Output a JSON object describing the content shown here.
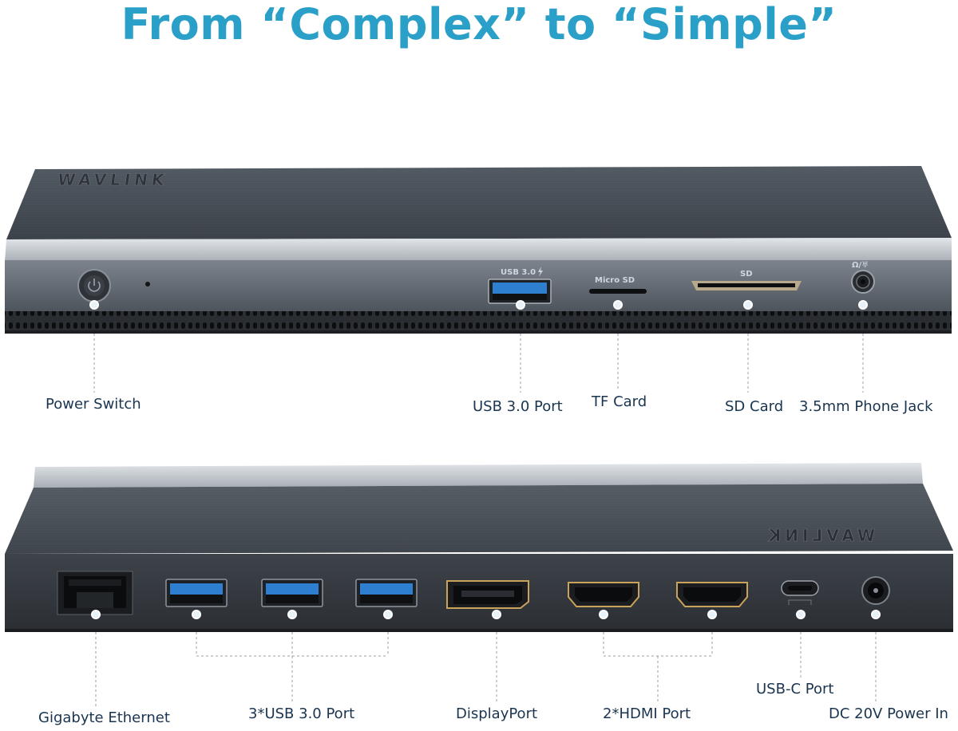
{
  "headline": "From “Complex” to “Simple”",
  "brand": "WAVLINK",
  "front": {
    "printed": {
      "usb": "USB 3.0",
      "microsd": "Micro SD",
      "sd": "SD",
      "audio": "Ω/♅"
    },
    "labels": {
      "power": "Power Switch",
      "usb": "USB 3.0 Port",
      "tf": "TF Card",
      "sd": "SD Card",
      "jack": "3.5mm Phone Jack"
    }
  },
  "back": {
    "labels": {
      "ethernet": "Gigabyte Ethernet",
      "usb": "3*USB 3.0 Port",
      "dp": "DisplayPort",
      "hdmi": "2*HDMI Port",
      "usbc": "USB-C Port",
      "dc": "DC 20V Power In"
    }
  },
  "colors": {
    "accent": "#2aa0c8",
    "label": "#1a3550",
    "usb_blue": "#2f7fd0"
  }
}
